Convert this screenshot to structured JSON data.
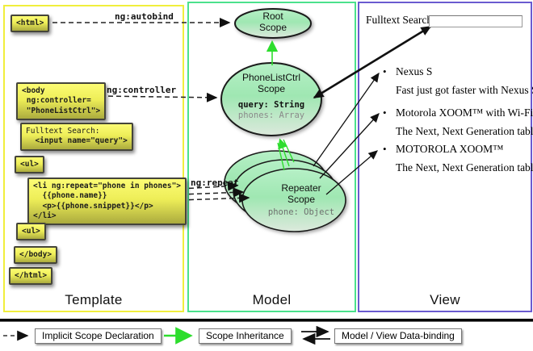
{
  "panels": {
    "template_label": "Template",
    "model_label": "Model",
    "view_label": "View"
  },
  "code_boxes": {
    "html_open": "<html>",
    "body_open": "<body\n ng:controller=\n \"PhoneListCtrl\">",
    "fulltext_label": "Fulltext Search:",
    "fulltext_input": "  <input name=\"query\">",
    "ul_open": "<ul>",
    "li_repeat": "<li ng:repeat=\"phone in phones\">\n  {{phone.name}}\n  <p>{{phone.snippet}}</p>\n</li>",
    "ul_close": "<ul>",
    "body_close": "</body>",
    "html_close": "</html>"
  },
  "edges": {
    "autobind": "ng:autobind",
    "controller": "ng:controller",
    "repeat": "ng:repeat"
  },
  "scopes": {
    "root": {
      "title": "Root\nScope"
    },
    "phonelist": {
      "title": "PhoneListCtrl\nScope",
      "prop1": "query: String",
      "prop2": "phones: Array"
    },
    "repeater": {
      "title": "Repeater\nScope",
      "prop1": "phone: Object"
    }
  },
  "view_panel": {
    "search_label": "Fulltext Search:",
    "search_value": "",
    "bullet": "•",
    "items": [
      {
        "title": "Nexus S",
        "desc": "Fast just got faster with Nexus S."
      },
      {
        "title": "Motorola XOOM™ with Wi-Fi",
        "desc": "The Next, Next Generation tablet."
      },
      {
        "title": "MOTOROLA XOOM™",
        "desc": "The Next, Next Generation tablet."
      }
    ]
  },
  "legend": {
    "implicit": "Implicit Scope Declaration",
    "inheritance": "Scope Inheritance",
    "binding": "Model / View Data-binding"
  },
  "colors": {
    "template_border": "#f0ee3c",
    "model_border": "#4be18c",
    "view_border": "#6a5ad0",
    "inheritance_green": "#2ddd2d",
    "code_box_top": "#fcfc74",
    "code_box_bottom": "#abab3e",
    "ellipse_top": "#aaeec0",
    "ellipse_bottom": "#dce9dc"
  }
}
